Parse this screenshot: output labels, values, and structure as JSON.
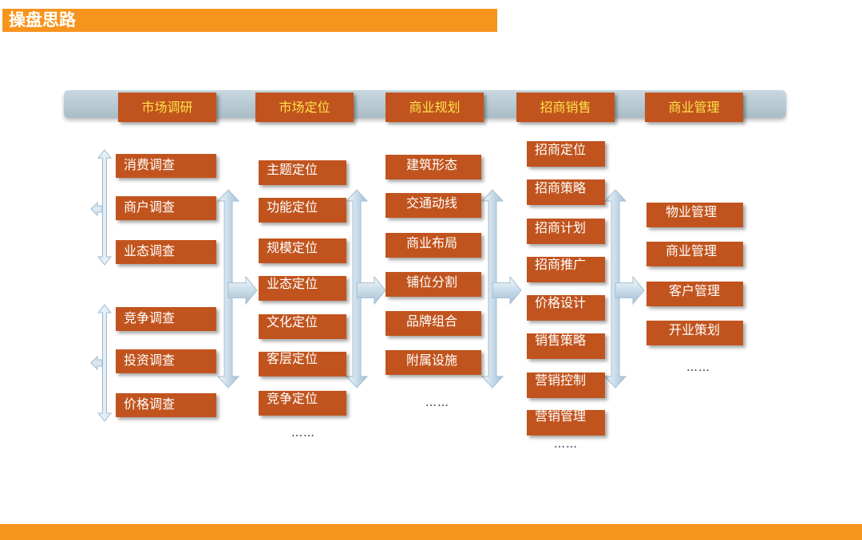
{
  "title": "操盘思路",
  "colors": {
    "accent": "#F7941D",
    "box": "#C1541E",
    "header_text": "#FFE24A",
    "arrow": "#cfe1ef"
  },
  "columns": [
    {
      "header": "市场调研",
      "items": [
        "消费调查",
        "商户调查",
        "业态调查",
        "竞争调查",
        "投资调查",
        "价格调查"
      ]
    },
    {
      "header": "市场定位",
      "items": [
        "主题定位",
        "功能定位",
        "规模定位",
        "业态定位",
        "文化定位",
        "客层定位",
        "竞争定位"
      ],
      "more": "……"
    },
    {
      "header": "商业规划",
      "items": [
        "建筑形态",
        "交通动线",
        "商业布局",
        "铺位分割",
        "品牌组合",
        "附属设施"
      ],
      "more": "……"
    },
    {
      "header": "招商销售",
      "items": [
        "招商定位",
        "招商策略",
        "招商计划",
        "招商推广",
        "价格设计",
        "销售策略",
        "营销控制",
        "营销管理"
      ],
      "more": "……"
    },
    {
      "header": "商业管理",
      "items": [
        "物业管理",
        "商业管理",
        "客户管理",
        "开业策划"
      ],
      "more": "……"
    }
  ]
}
